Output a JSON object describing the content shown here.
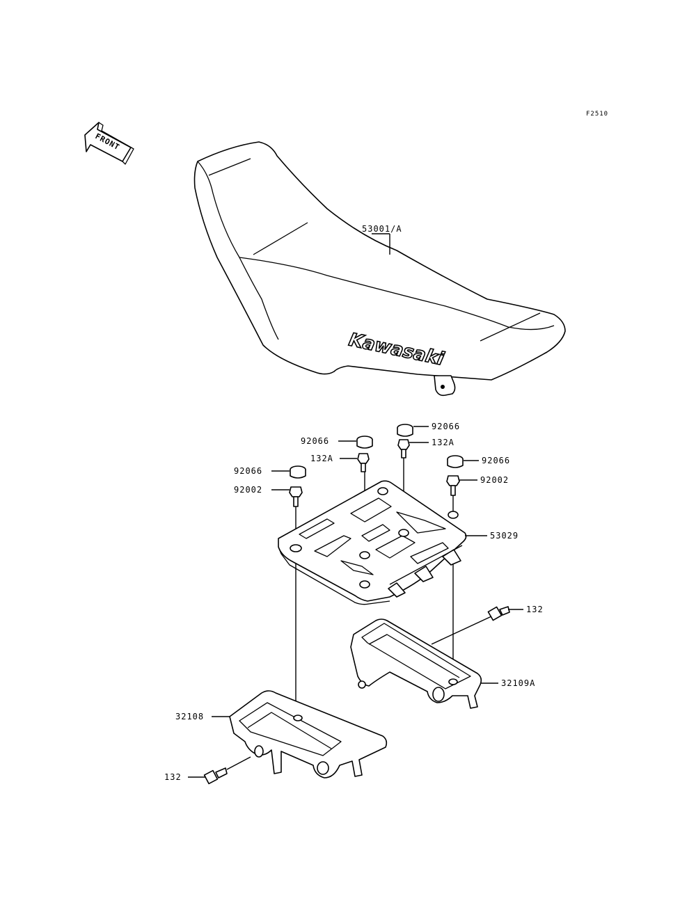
{
  "diagram": {
    "code": "F2510",
    "front_label": "FRONT",
    "brand_text": "Kawasaki",
    "callouts": [
      {
        "label": "53001/A"
      },
      {
        "label": "92066"
      },
      {
        "label": "132A"
      },
      {
        "label": "92066"
      },
      {
        "label": "132A"
      },
      {
        "label": "92066"
      },
      {
        "label": "92066"
      },
      {
        "label": "92002"
      },
      {
        "label": "92002"
      },
      {
        "label": "53029"
      },
      {
        "label": "132"
      },
      {
        "label": "32109A"
      },
      {
        "label": "32108"
      },
      {
        "label": "132"
      }
    ]
  }
}
